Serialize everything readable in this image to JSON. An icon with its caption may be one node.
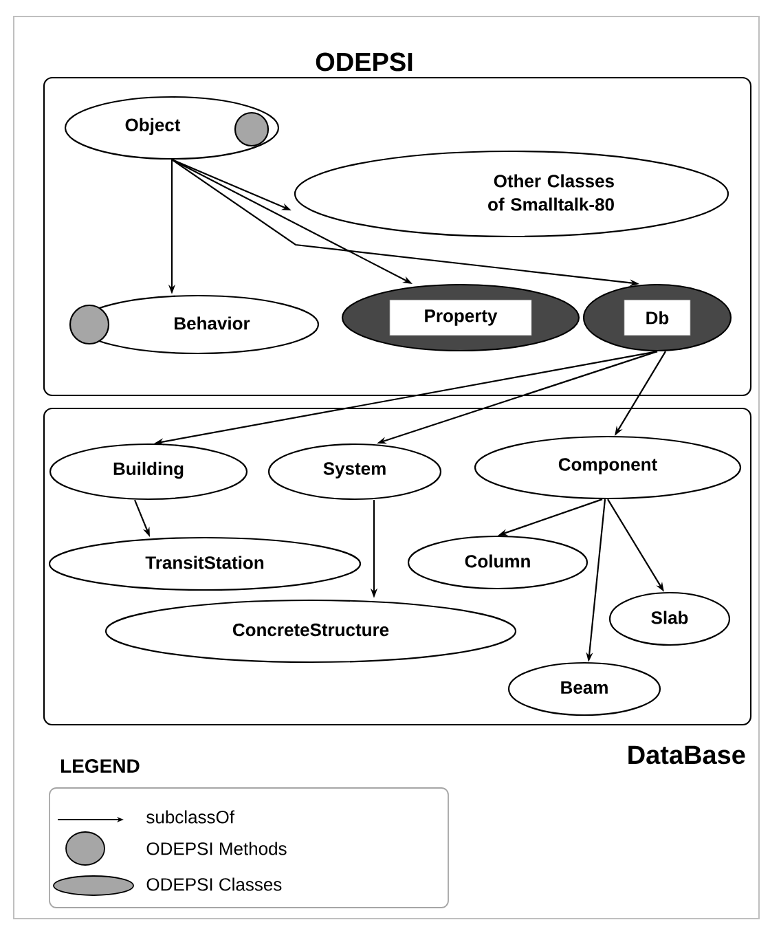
{
  "diagram": {
    "nodes": [
      {
        "text": [
          "ODEPSI"
        ]
      },
      {
        "text": [
          "Object"
        ],
        "in": 0
      },
      {
        "text": [
          "Other Classes of Smalltalk-80"
        ],
        "in": 0
      },
      {
        "text": [
          "Behavior"
        ],
        "in": 0
      },
      {
        "text": [
          "Property"
        ],
        "in": 0
      },
      {
        "text": [
          "Db"
        ],
        "in": 0
      },
      {
        "text": [
          "DataBase"
        ]
      },
      {
        "text": [
          "Building"
        ],
        "in": 6
      },
      {
        "text": [
          "System"
        ],
        "in": 6
      },
      {
        "text": [
          "Component"
        ],
        "in": 6
      },
      {
        "text": [
          "TransitStation"
        ],
        "in": 6
      },
      {
        "text": [
          "Column"
        ],
        "in": 6
      },
      {
        "text": [
          "Slab"
        ],
        "in": 6
      },
      {
        "text": [
          "ConcreteStructure"
        ],
        "in": 6
      },
      {
        "text": [
          "Beam"
        ],
        "in": 6
      }
    ],
    "edges": [
      {
        "from": 1,
        "to": 2,
        "arrow": "to"
      },
      {
        "from": 1,
        "to": 3,
        "arrow": "to"
      },
      {
        "from": 1,
        "to": 4,
        "arrow": "to"
      },
      {
        "from": 1,
        "to": 5,
        "arrow": "to"
      },
      {
        "from": 5,
        "to": 7,
        "arrow": "to"
      },
      {
        "from": 5,
        "to": 8,
        "arrow": "to"
      },
      {
        "from": 5,
        "to": 9,
        "arrow": "to"
      },
      {
        "from": 7,
        "to": 10,
        "arrow": "to"
      },
      {
        "from": 8,
        "to": 13,
        "arrow": "to"
      },
      {
        "from": 9,
        "to": 11,
        "arrow": "to"
      },
      {
        "from": 9,
        "to": 14,
        "arrow": "to"
      },
      {
        "from": 9,
        "to": 12,
        "arrow": "to"
      }
    ],
    "labels": [
      "LEGEND"
    ],
    "legend": [
      {
        "text": "subclassOf"
      },
      {
        "text": "ODEPSI Methods"
      },
      {
        "text": "ODEPSI Classes"
      }
    ]
  }
}
